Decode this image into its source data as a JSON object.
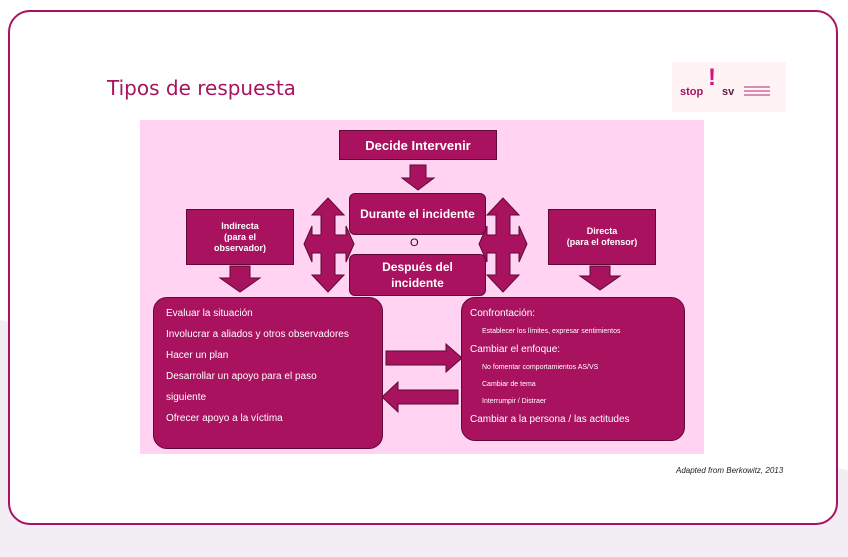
{
  "slide": {
    "title": "Tipos de respuesta",
    "credit": "Adapted from Berkowitz, 2013"
  },
  "logo": {
    "left_text": "stop",
    "mark": "!",
    "right_text": "sv"
  },
  "diagram": {
    "decide": "Decide Intervenir",
    "durante": "Durante el incidente",
    "connector": "O",
    "despues_1": "Después del",
    "despues_2": "incidente",
    "indirecta_1": "Indirecta",
    "indirecta_2": "(para el",
    "indirecta_3": "observador)",
    "directa_1": "Directa",
    "directa_2": "(para el ofensor)",
    "left_items": [
      "Evaluar la situación",
      "Involucrar a aliados y otros observadores",
      "Hacer un plan",
      "Desarrollar un apoyo para el paso",
      "siguiente",
      "Ofrecer apoyo a la víctima"
    ],
    "right": {
      "h1": "Confrontación:",
      "s1": "Establecer los límites, expresar sentimientos",
      "h2": "Cambiar el enfoque:",
      "s2a": "No fomentar comportamientos AS/VS",
      "s2b": "Cambiar de tema",
      "s2c": "Interrumpir / Distraer",
      "h3": "Cambiar a la persona / las actitudes"
    }
  },
  "colors": {
    "accent": "#a8125f",
    "panel": "#ffd3f1"
  }
}
